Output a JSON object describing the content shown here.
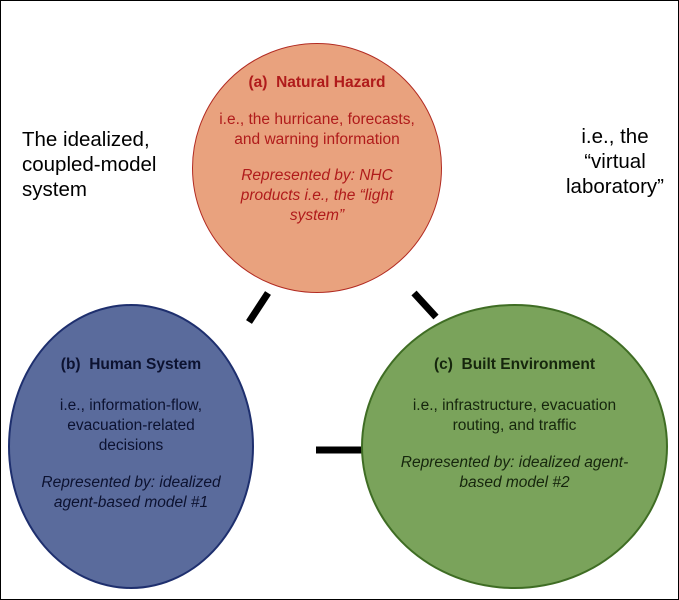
{
  "nodes": {
    "natural_hazard": {
      "title": "(a)  Natural Hazard",
      "description": "i.e., the hurricane, forecasts, and warning information",
      "represented_by": "Represented by: NHC products i.e., the “light system”",
      "fill": "#E9A27E",
      "stroke": "#B22B22",
      "text_color": "#B01B1B"
    },
    "human_system": {
      "title": "(b)  Human System",
      "description": "i.e., information-flow, evacuation-related decisions",
      "represented_by": "Represented by: idealized agent-based model #1",
      "fill": "#5A6B9C",
      "stroke": "#1E2F6E",
      "text_color": "#0C1230"
    },
    "built_environment": {
      "title": "(c)  Built Environment",
      "description": "i.e., infrastructure, evacuation routing, and traffic",
      "represented_by": "Represented by: idealized agent-based model #2",
      "fill": "#7AA35B",
      "stroke": "#3F6D24",
      "text_color": "#16260D"
    }
  },
  "side_labels": {
    "left": "The idealized, coupled-model system",
    "right": "i.e., the “virtual laboratory”"
  },
  "edges": [
    [
      "natural_hazard",
      "human_system"
    ],
    [
      "natural_hazard",
      "built_environment"
    ],
    [
      "human_system",
      "built_environment"
    ]
  ]
}
